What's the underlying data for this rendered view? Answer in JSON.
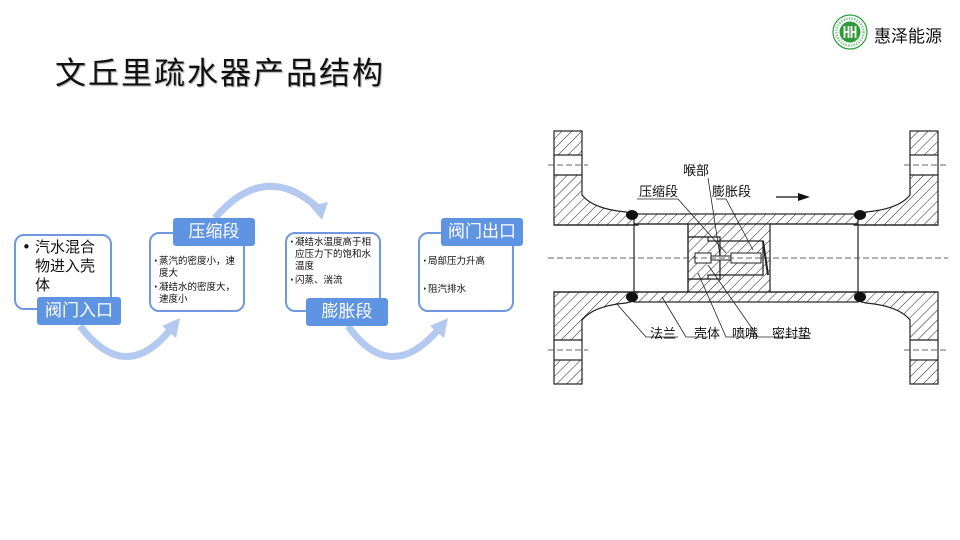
{
  "slide": {
    "title": "文丘里疏水器产品结构"
  },
  "logo": {
    "brand_name": "惠泽能源",
    "icon": "hz-logo-icon",
    "brand_color": "#2e9b3a"
  },
  "cycle": {
    "accent_color": "#5f94e2",
    "arrow_color": "#b4c9ef",
    "steps": [
      {
        "label": "阀门入口",
        "bullets": [
          "汽水混合物进入壳体"
        ]
      },
      {
        "label": "压缩段",
        "bullets": [
          "蒸汽的密度小，速度大",
          "凝结水的密度大，速度小"
        ]
      },
      {
        "label": "膨胀段",
        "bullets": [
          "凝结水温度高于相应压力下的饱和水温度",
          "闪蒸、湍流"
        ]
      },
      {
        "label": "阀门出口",
        "bullets": [
          "局部压力升高",
          "阻汽排水"
        ]
      }
    ]
  },
  "diagram": {
    "description": "文丘里疏水器剖面结构图",
    "labels": {
      "throat": "喉部",
      "compression": "压缩段",
      "expansion": "膨胀段",
      "flange": "法兰",
      "shell": "壳体",
      "nozzle": "喷嘴",
      "gasket": "密封垫"
    },
    "flow_direction": "right"
  }
}
